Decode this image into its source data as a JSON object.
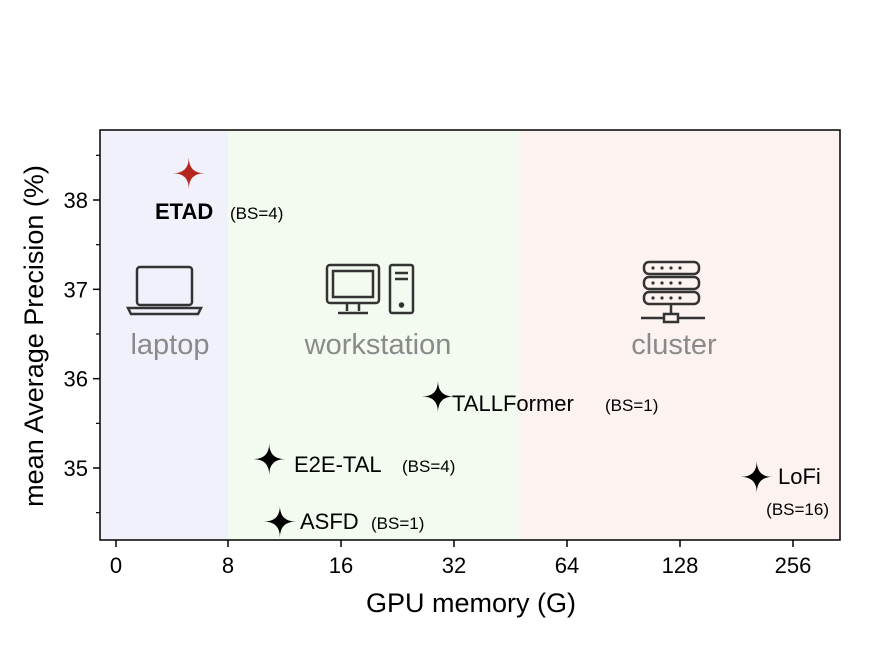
{
  "chart_data": {
    "type": "scatter",
    "title": "",
    "xlabel": "GPU memory (G)",
    "ylabel": "mean Average Precision (%)",
    "x_ticks": [
      0,
      8,
      16,
      32,
      64,
      128,
      256
    ],
    "x_tick_labels": [
      "0",
      "8",
      "16",
      "32",
      "64",
      "128",
      "256"
    ],
    "x_scale": "zero then log2",
    "y_ticks": [
      35,
      36,
      37,
      38
    ],
    "y_tick_labels": [
      "35",
      "36",
      "37",
      "38"
    ],
    "ylim": [
      34.3,
      38.8
    ],
    "grid": false,
    "regions": [
      {
        "label": "laptop",
        "x_from": 0,
        "x_to": 8,
        "color": "#f1f1fc",
        "icon": "laptop-icon"
      },
      {
        "label": "workstation",
        "x_from": 8,
        "x_to": 48,
        "color": "#f3fbf0",
        "icon": "workstation-icon"
      },
      {
        "label": "cluster",
        "x_from": 48,
        "x_to": 400,
        "color": "#fcf3f1",
        "icon": "server-icon"
      }
    ],
    "points": [
      {
        "name": "ETAD",
        "batch": "(BS=4)",
        "x": 5.2,
        "y": 38.3,
        "color": "#b5261e",
        "highlight": true
      },
      {
        "name": "TALLFormer",
        "batch": "(BS=1)",
        "x": 29,
        "y": 35.8,
        "color": "#000000",
        "highlight": false
      },
      {
        "name": "E2E-TAL",
        "batch": "(BS=4)",
        "x": 10.3,
        "y": 35.1,
        "color": "#000000",
        "highlight": false
      },
      {
        "name": "ASFD",
        "batch": "(BS=1)",
        "x": 11,
        "y": 34.4,
        "color": "#000000",
        "highlight": false
      },
      {
        "name": "LoFi",
        "batch": "(BS=16)",
        "x": 205,
        "y": 34.9,
        "color": "#000000",
        "highlight": false
      }
    ]
  }
}
